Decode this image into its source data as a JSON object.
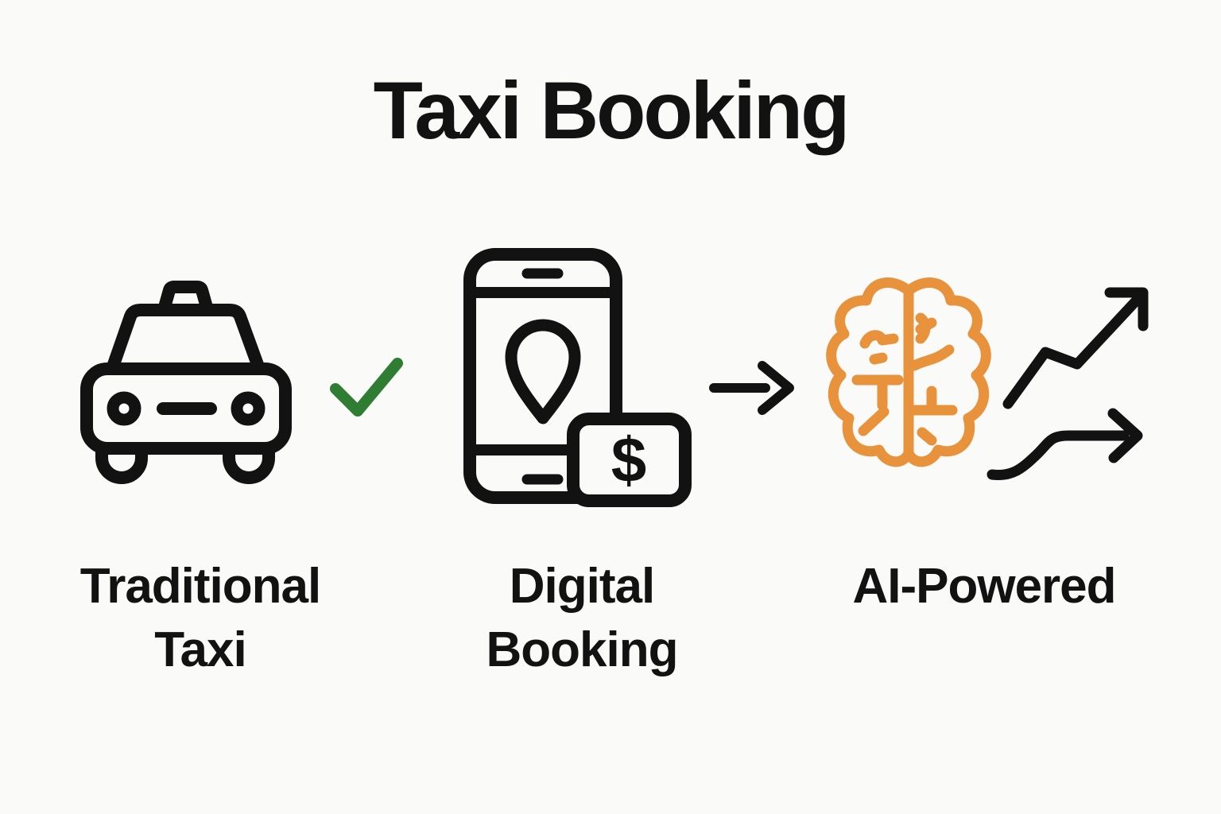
{
  "title": "Taxi Booking",
  "colors": {
    "background": "#FAFAF8",
    "ink": "#121212",
    "check_green": "#2E7D32",
    "brain_orange": "#E8923C"
  },
  "stages": [
    {
      "name": "traditional-taxi",
      "label_line1": "Traditional",
      "label_line2": "Taxi",
      "icon": "taxi-icon",
      "status_icon": "green-checkmark-icon"
    },
    {
      "name": "digital-booking",
      "label_line1": "Digital",
      "label_line2": "Booking",
      "icon": "smartphone-map-pin-icon",
      "badge_icon": "dollar-payment-card-icon",
      "payment_symbol": "$"
    },
    {
      "name": "ai-powered",
      "label_line1": "AI-Powered",
      "label_line2": "",
      "icon": "brain-icon",
      "trailing_icon": "growth-trend-arrows-icon"
    }
  ],
  "connector": {
    "icon": "right-arrow-icon"
  }
}
